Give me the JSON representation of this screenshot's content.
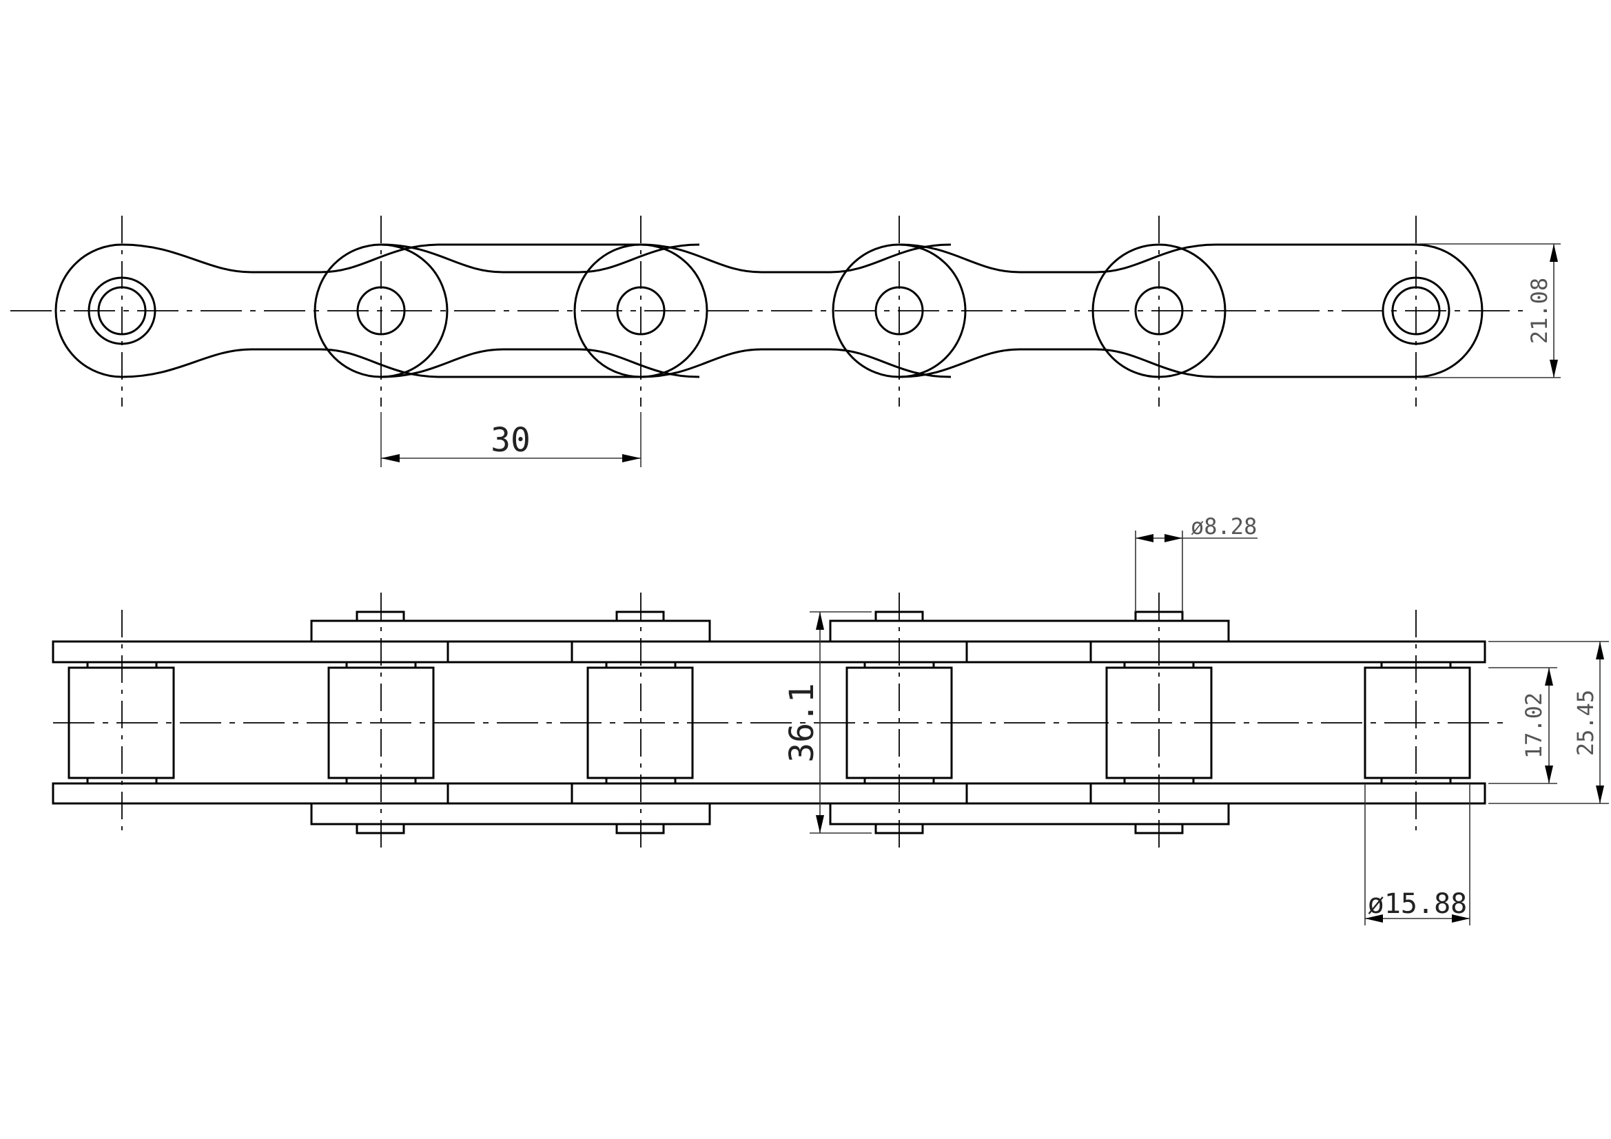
{
  "dimensions": {
    "pitch": "30",
    "plate_height": "21.08",
    "pin_diameter": "ø8.28",
    "overall_width": "36.1",
    "inner_width": "17.02",
    "outer_plate_width": "25.45",
    "roller_diameter": "ø15.88"
  },
  "colors": {
    "line": "#000000",
    "dimension": "#555555"
  }
}
